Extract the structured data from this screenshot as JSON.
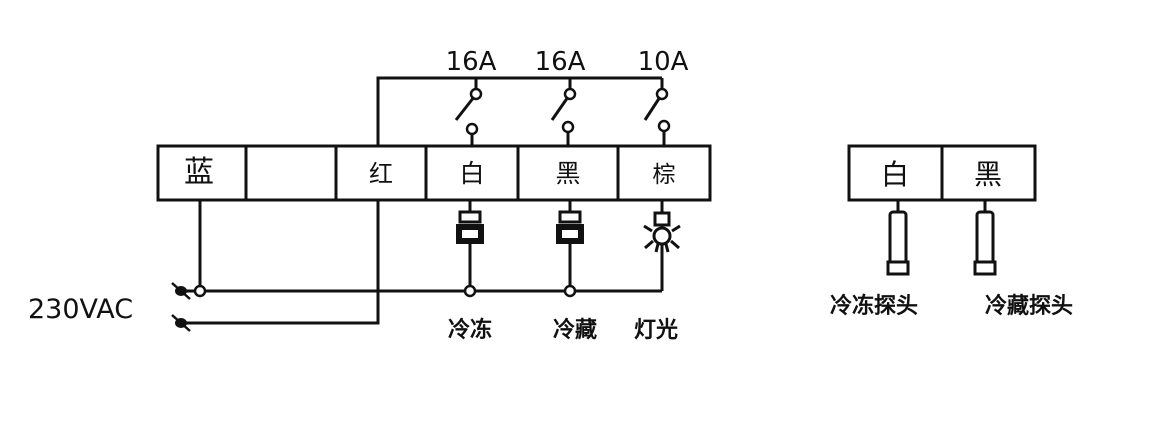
{
  "left_terminal_block": {
    "terminals": [
      "蓝",
      "",
      "红",
      "白",
      "黑",
      "棕"
    ]
  },
  "relays": {
    "ratings": [
      "16A",
      "16A",
      "10A"
    ]
  },
  "power": {
    "label": "230VAC"
  },
  "loads": {
    "labels": [
      "冷冻",
      "冷藏",
      "灯光"
    ]
  },
  "right_terminal_block": {
    "terminals": [
      "白",
      "黑"
    ]
  },
  "probes": {
    "labels": [
      "冷冻探头",
      "冷藏探头"
    ]
  }
}
